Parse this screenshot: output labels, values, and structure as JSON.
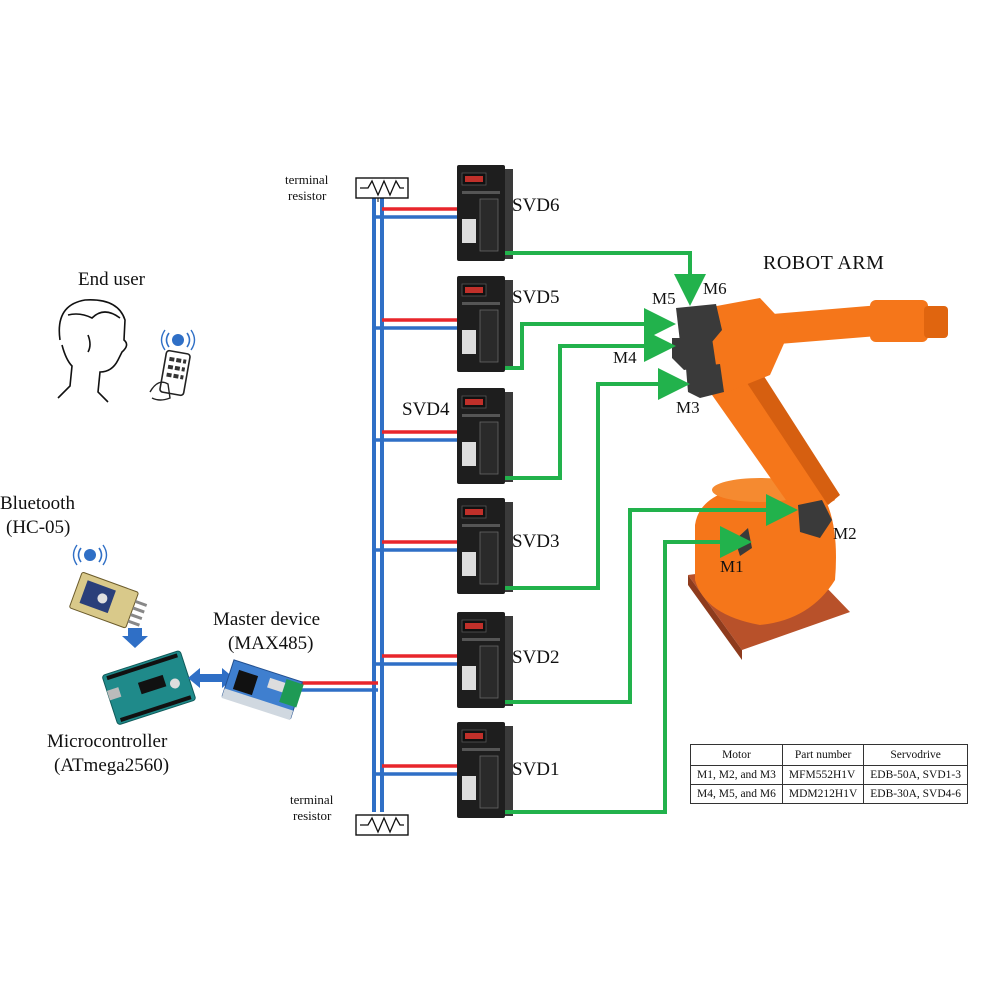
{
  "labels": {
    "end_user": "End user",
    "bluetooth": "Bluetooth",
    "bluetooth_model": "(HC-05)",
    "master_device": "Master device",
    "master_device_model": "(MAX485)",
    "microcontroller": "Microcontroller",
    "microcontroller_model": "(ATmega2560)",
    "terminal_resistor_line1": "terminal",
    "terminal_resistor_line2": "resistor",
    "robot_arm": "ROBOT ARM"
  },
  "servodrives": [
    "SVD6",
    "SVD5",
    "SVD4",
    "SVD3",
    "SVD2",
    "SVD1"
  ],
  "motors": [
    "M1",
    "M2",
    "M3",
    "M4",
    "M5",
    "M6"
  ],
  "table": {
    "headers": [
      "Motor",
      "Part number",
      "Servodrive"
    ],
    "rows": [
      [
        "M1, M2, and M3",
        "MFM552H1V",
        "EDB-50A, SVD1-3"
      ],
      [
        "M4, M5, and M6",
        "MDM212H1V",
        "EDB-30A, SVD4-6"
      ]
    ]
  },
  "colors": {
    "bus_red": "#e8262c",
    "bus_blue": "#2f6fc6",
    "signal_green": "#22b24c",
    "robot_orange": "#f5761a",
    "robot_dark": "#3a3a3a",
    "base_brown": "#b8512a",
    "drive_body": "#1e1e1e"
  },
  "icons": [
    "person-icon",
    "smartphone-icon",
    "bluetooth-wireless-icon",
    "bluetooth-module-icon",
    "arduino-board-icon",
    "max485-module-icon",
    "resistor-icon",
    "servodrive-icon",
    "robot-arm-icon"
  ]
}
